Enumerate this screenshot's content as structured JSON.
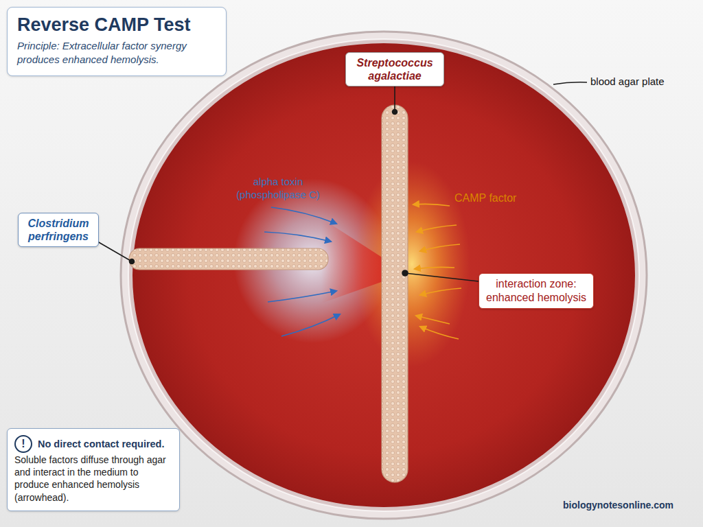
{
  "diagram": {
    "nodes": [
      {
        "text": [
          "Reverse CAMP Test",
          "Principle: Extracellular factor synergy produces enhanced hemolysis."
        ]
      },
      {
        "text": [
          "Streptococcus agalactiae"
        ]
      },
      {
        "text": [
          "Clostridium perfringens"
        ]
      },
      {
        "text": [
          "interaction zone: enhanced hemolysis"
        ]
      },
      {
        "text": [
          "!",
          "No direct contact required.",
          "Soluble factors diffuse through agar and interact in the medium to produce enhanced hemolysis (arrowhead)."
        ]
      }
    ],
    "labels": [
      "alpha toxin (phospholipase C)",
      "CAMP factor",
      "blood agar plate",
      "biologynotesonline.com"
    ]
  }
}
